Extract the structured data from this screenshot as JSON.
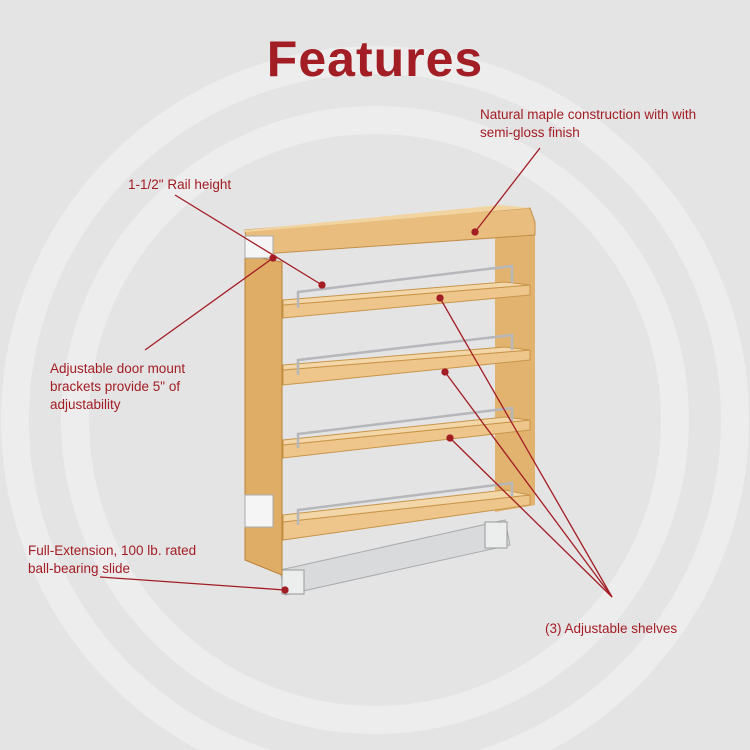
{
  "title": "Features",
  "accent_color": "#a31d24",
  "callouts": {
    "construction": "Natural maple construction with with semi-gloss finish",
    "rail_height": "1-1/2\" Rail height",
    "brackets": "Adjustable door mount brackets provide 5\" of adjustability",
    "slide": "Full-Extension, 100 lb. rated ball-bearing slide",
    "shelves": "(3) Adjustable shelves"
  }
}
